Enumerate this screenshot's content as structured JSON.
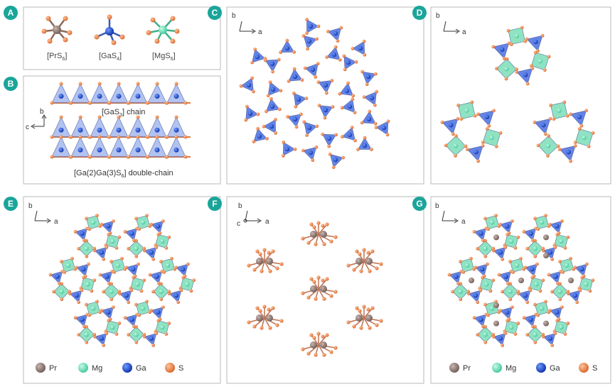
{
  "panels": {
    "A": {
      "letter": "A",
      "labels": [
        "[PrS",
        "6",
        "]",
        "[GaS",
        "4",
        "]",
        "[MgS",
        "6",
        "]"
      ]
    },
    "B": {
      "letter": "B",
      "chain_label": "[GaS",
      "chain_label_sub": "3",
      "chain_label_tail": "] chain",
      "double_label": "[Ga(2)Ga(3)S",
      "double_label_sub": "6",
      "double_label_tail": "] double-chain",
      "axis1": "b",
      "axis2": "c"
    },
    "C": {
      "letter": "C",
      "axis1": "b",
      "axis2": "a"
    },
    "D": {
      "letter": "D",
      "axis1": "b",
      "axis2": "a"
    },
    "E": {
      "letter": "E",
      "axis1": "b",
      "axis2": "a"
    },
    "F": {
      "letter": "F",
      "axis1": "b",
      "axis2": "a",
      "axis3": "c"
    },
    "G": {
      "letter": "G",
      "axis1": "b",
      "axis2": "a"
    }
  },
  "legend": [
    "Pr",
    "Mg",
    "Ga",
    "S"
  ],
  "colors": {
    "badge": "#1aa59a",
    "pr": "#8c7670",
    "mg": "#7fe8c0",
    "ga": "#1f4fd1",
    "s": "#f08a4b",
    "ga_poly": "#4a6fe0",
    "mg_poly": "#5fd6a8",
    "frame": "#b9b9b9"
  }
}
